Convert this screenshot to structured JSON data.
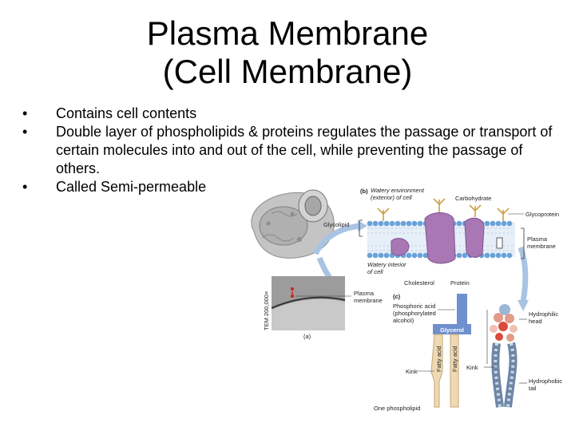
{
  "slide": {
    "title_line1": "Plasma Membrane",
    "title_line2": "(Cell Membrane)",
    "bullet_glyph": "•",
    "bullets": [
      "Contains cell contents",
      "Double layer of phospholipids & proteins regulates the passage or transport of certain molecules into and out of the cell, while preventing the passage of others.",
      "Called Semi-permeable"
    ]
  },
  "figure": {
    "panel_b": "(b)",
    "watery_environment_1": "Watery environment",
    "watery_environment_2": "(exterior) of cell",
    "carbohydrate": "Carbohydrate",
    "glycolipid": "Glycolipid",
    "glycoprotein": "Glycoprotein",
    "plasma_membrane_1": "Plasma",
    "plasma_membrane_2": "membrane",
    "watery_interior_1": "Watery interior",
    "watery_interior_2": "of cell",
    "cholesterol": "Cholesterol",
    "protein": "Protein",
    "micrograph_scale": "TEM 200,000×",
    "panel_a": "(a)",
    "panel_c": "(c)",
    "plasma_left_1": "Plasma",
    "plasma_left_2": "membrane",
    "phosphoric_1": "Phosphoric acid",
    "phosphoric_2": "(phosphorylated",
    "phosphoric_3": "alcohol)",
    "glycerol": "Glycerol",
    "fatty_acid_1": "Fatty acid",
    "fatty_acid_2": "Fatty acid",
    "hydrophilic_1": "Hydrophilic",
    "hydrophilic_2": "head",
    "kink_left": "Kink",
    "kink_right": "Kink",
    "hydrophobic_1": "Hydrophobic",
    "hydrophobic_2": "tail",
    "one_phospholipid": "One phospholipid"
  },
  "colors": {
    "membrane_head": "#6aa2d8",
    "protein": "#a877b4",
    "carbohydrate": "#c9a24a",
    "glycerol_block": "#6f8fcf",
    "arrow": "#a9c4e2",
    "cell_gray": "#a0a0a0"
  }
}
